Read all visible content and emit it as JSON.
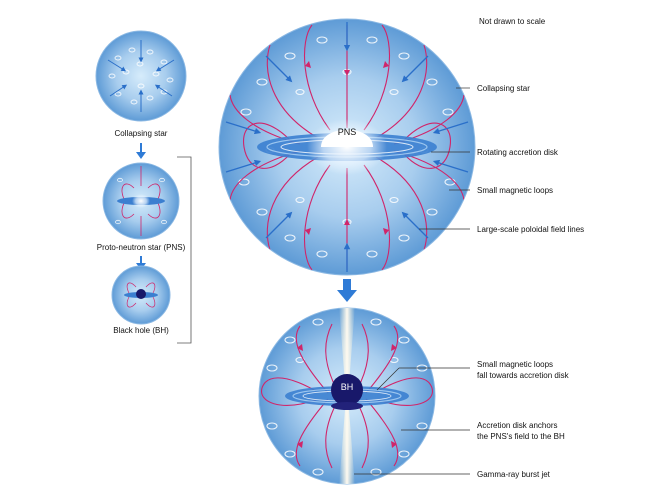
{
  "note": "Not drawn to scale",
  "panels": {
    "collapsing_star": "Collapsing star",
    "proto_neutron_star": "Proto-neutron star (PNS)",
    "black_hole": "Black hole (BH)"
  },
  "core_labels": {
    "pns": "PNS",
    "bh": "BH"
  },
  "callouts": {
    "collapsing_star": "Collapsing star",
    "rotating_disk": "Rotating accretion disk",
    "small_loops": "Small magnetic loops",
    "poloidal_lines": "Large-scale poloidal field lines",
    "loops_fall_line1": "Small magnetic loops",
    "loops_fall_line2": "fall towards accretion disk",
    "disk_anchors_line1": "Accretion disk anchors",
    "disk_anchors_line2": "the PNS's field to the BH",
    "jet": "Gamma-ray burst jet"
  },
  "colors": {
    "sphere_outer": "#6aa6dc",
    "sphere_inner": "#cfe6f8",
    "field_line": "#d0256a",
    "flow_arrow": "#2a6fc9",
    "disk": "#3b7fd0",
    "core_pns": "#ffffff",
    "core_bh": "#18186a",
    "jet": "#fff6d8",
    "transition_arrow": "#2f7bd6",
    "bracket": "#555555"
  }
}
